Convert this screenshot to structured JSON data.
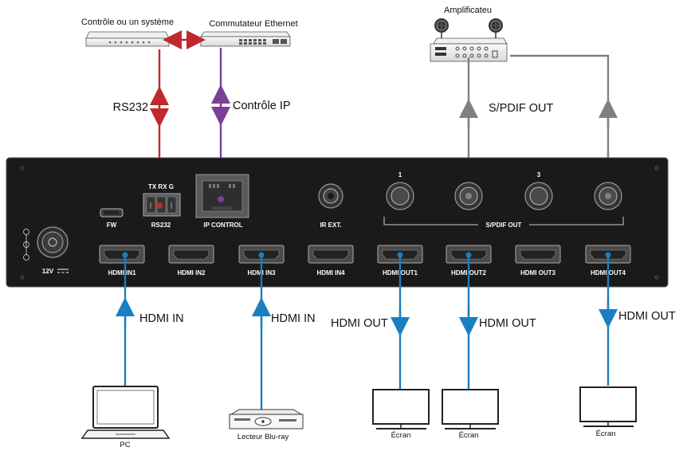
{
  "devices": {
    "control_system": "Contrôle ou un système",
    "ethernet_switch": "Commutateur Ethernet",
    "amplifier": "Amplificateu",
    "pc": "PC",
    "bluray": "Lecteur Blu-ray",
    "screen": "Écran"
  },
  "links": {
    "rs232": "RS232",
    "ip_control": "Contrôle IP",
    "spdif_out": "S/PDIF OUT",
    "hdmi_in": "HDMI IN",
    "hdmi_out": "HDMI OUT"
  },
  "panel": {
    "power": "12V",
    "fw": "FW",
    "rs232_pins": "TX RX G",
    "rs232": "RS232",
    "ip_control": "IP CONTROL",
    "ir_ext": "IR EXT.",
    "spdif_group": "S/PDIF OUT",
    "spdif_1": "1",
    "spdif_3": "3",
    "hdmi_in1": "HDMI IN1",
    "hdmi_in2": "HDMI IN2",
    "hdmi_in3": "HDMI IN3",
    "hdmi_in4": "HDMI IN4",
    "hdmi_out1": "HDMI OUT1",
    "hdmi_out2": "HDMI OUT2",
    "hdmi_out3": "HDMI OUT3",
    "hdmi_out4": "HDMI OUT4"
  },
  "colors": {
    "rs232": "#c0282d",
    "ip": "#7b3f98",
    "spdif": "#808080",
    "hdmi": "#1a7fc0",
    "panel": "#1a1a1a"
  }
}
